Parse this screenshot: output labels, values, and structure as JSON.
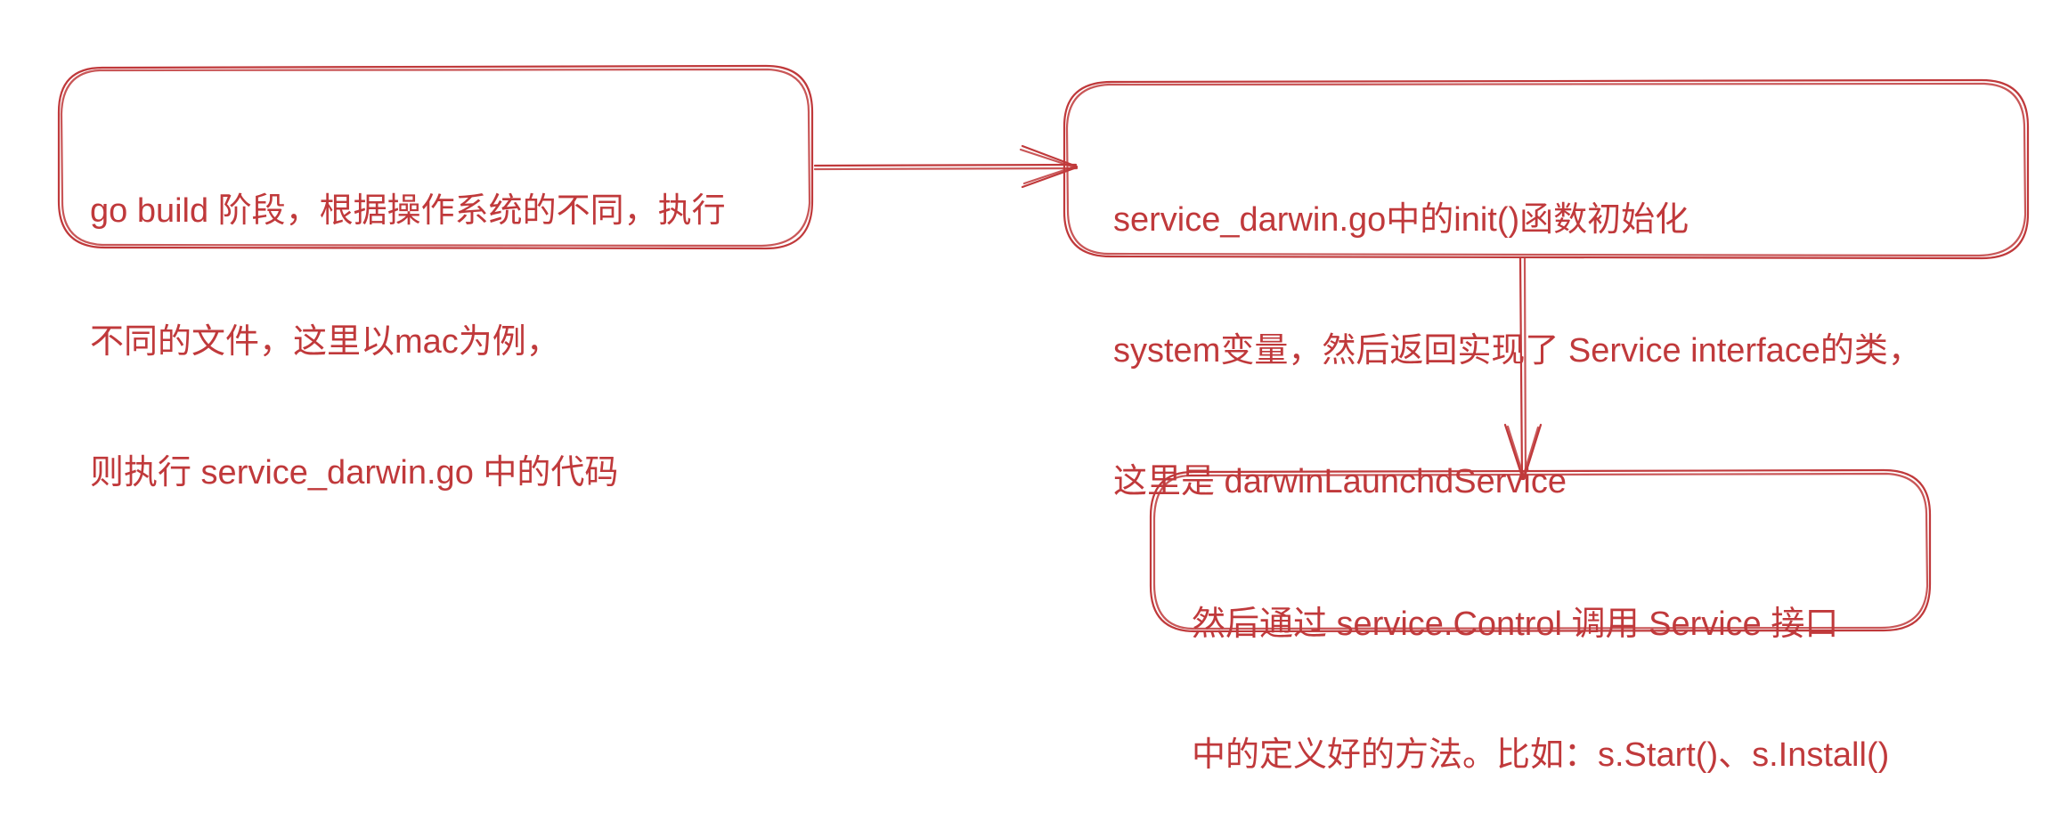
{
  "colors": {
    "stroke": "#c0393b",
    "text": "#c0393b",
    "background": "#ffffff"
  },
  "nodes": [
    {
      "id": "step-build",
      "lines": [
        "go build 阶段，根据操作系统的不同，执行",
        "不同的文件，这里以mac为例，",
        "则执行 service_darwin.go 中的代码"
      ]
    },
    {
      "id": "step-init",
      "lines": [
        "service_darwin.go中的init()函数初始化",
        "system变量，然后返回实现了 Service interface的类，",
        "这里是 darwinLaunchdService"
      ]
    },
    {
      "id": "step-control",
      "lines": [
        "然后通过 service.Control 调用 Service 接口",
        "中的定义好的方法。比如：s.Start()、s.Install()"
      ]
    }
  ],
  "edges": [
    {
      "from": "step-build",
      "to": "step-init"
    },
    {
      "from": "step-init",
      "to": "step-control"
    }
  ]
}
